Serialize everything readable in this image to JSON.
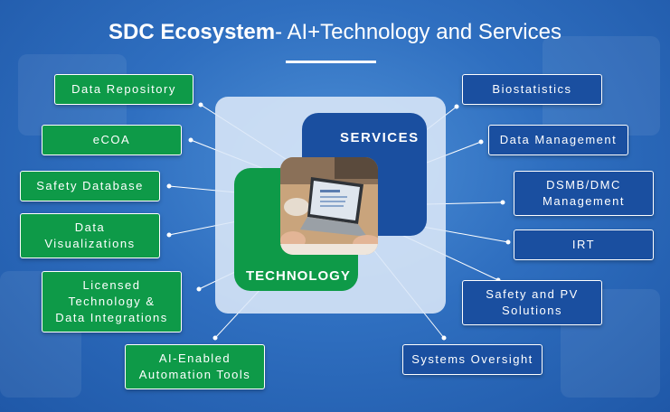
{
  "title": {
    "bold": "SDC Ecosystem",
    "rest": "-  AI+Technology and Services"
  },
  "center": {
    "services_label": "SERVICES",
    "technology_label": "TECHNOLOGY"
  },
  "technology_items": [
    "Data Repository",
    "eCOA",
    "Safety Database",
    "Data\nVisualizations",
    "Licensed\nTechnology &\nData Integrations",
    "AI-Enabled\nAutomation Tools"
  ],
  "services_items": [
    "Biostatistics",
    "Data Management",
    "DSMB/DMC\nManagement",
    "IRT",
    "Safety and PV\nSolutions",
    "Systems Oversight"
  ],
  "colors": {
    "technology_green": "#0e9a48",
    "services_blue": "#1a4fa0",
    "background": "#2f6fc0"
  }
}
